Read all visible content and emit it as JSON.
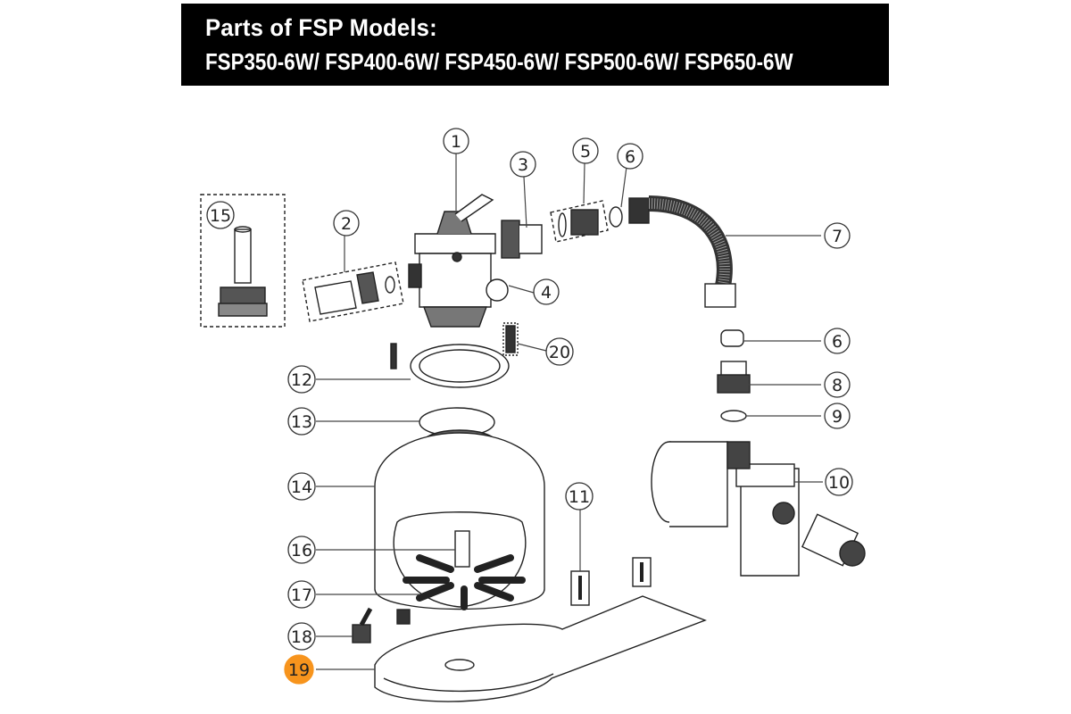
{
  "header": {
    "title": "Parts of FSP Models:",
    "models": "FSP350-6W/ FSP400-6W/ FSP450-6W/ FSP500-6W/ FSP650-6W"
  },
  "highlight_color": "#F7941D",
  "callouts": [
    {
      "label": "1",
      "part": "multiport-valve"
    },
    {
      "label": "2",
      "part": "union-connector-set"
    },
    {
      "label": "3",
      "part": "union-connector"
    },
    {
      "label": "4",
      "part": "pressure-gauge"
    },
    {
      "label": "5",
      "part": "union-adapter-set"
    },
    {
      "label": "6",
      "part": "o-ring"
    },
    {
      "label": "7",
      "part": "connection-hose"
    },
    {
      "label": "6",
      "part": "cap"
    },
    {
      "label": "8",
      "part": "union-adapter"
    },
    {
      "label": "9",
      "part": "o-ring"
    },
    {
      "label": "10",
      "part": "pump"
    },
    {
      "label": "11",
      "part": "bolt-set"
    },
    {
      "label": "12",
      "part": "tank-clamp"
    },
    {
      "label": "13",
      "part": "o-ring-tank"
    },
    {
      "label": "14",
      "part": "filter-tank"
    },
    {
      "label": "15",
      "part": "standpipe-adapter"
    },
    {
      "label": "16",
      "part": "standpipe"
    },
    {
      "label": "17",
      "part": "laterals"
    },
    {
      "label": "18",
      "part": "drain-plug"
    },
    {
      "label": "19",
      "part": "base",
      "highlighted": true
    },
    {
      "label": "20",
      "part": "clamp-bolt"
    }
  ]
}
